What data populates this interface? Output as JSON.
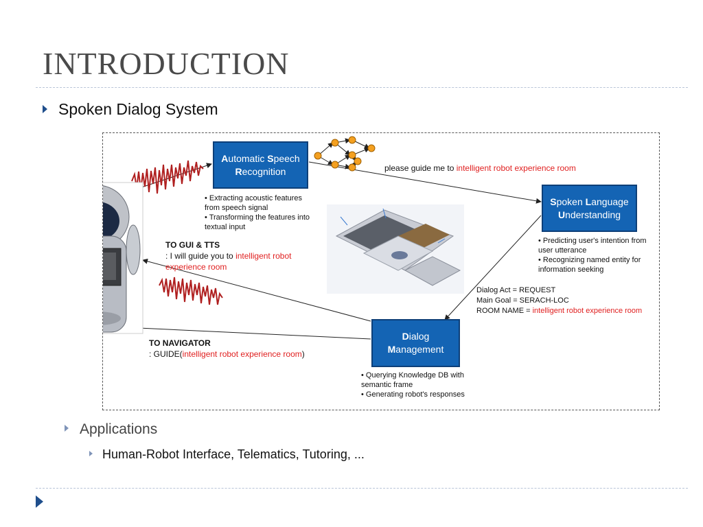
{
  "slide": {
    "title": "INTRODUCTION",
    "bullet1": "Spoken Dialog System",
    "bullet2": "Applications",
    "bullet3": "Human-Robot Interface, Telematics, Tutoring, ..."
  },
  "diagram": {
    "asr": {
      "initial_a": "A",
      "text_a": "utomatic ",
      "initial_s": "S",
      "text_s": "peech",
      "initial_r": "R",
      "text_r": "ecognition"
    },
    "slu": {
      "initial_s": "S",
      "text_s": "poken ",
      "initial_l": "L",
      "text_l": "anguage",
      "initial_u": "U",
      "text_u": "nderstanding"
    },
    "dm": {
      "initial_d": "D",
      "text_d": "ialog",
      "initial_m": "M",
      "text_m": "anagement"
    },
    "asr_notes": [
      "• Extracting acoustic features",
      "from speech signal",
      "• Transforming the features into",
      "textual input"
    ],
    "slu_notes": [
      "• Predicting user's intention from",
      "user utterance",
      "• Recognizing named entity for",
      "information seeking"
    ],
    "dm_notes": [
      "• Querying Knowledge DB with",
      "semantic frame",
      "• Generating robot's responses"
    ],
    "utterance_prefix": "please guide me to ",
    "utterance_entity": "intelligent robot experience room",
    "frame": {
      "line1": "Dialog Act = REQUEST",
      "line2": "Main Goal = SERACH-LOC",
      "line3_prefix": "ROOM NAME = ",
      "line3_entity": "intelligent robot experience room"
    },
    "gui_tts": {
      "heading": "TO GUI & TTS",
      "prefix": ": I will guide you to ",
      "entity1": "intelligent robot",
      "entity2": "experience room"
    },
    "navigator": {
      "heading": "TO NAVIGATOR",
      "prefix": ": GUIDE(",
      "entity": "intelligent robot experience room",
      "suffix": ")"
    }
  }
}
